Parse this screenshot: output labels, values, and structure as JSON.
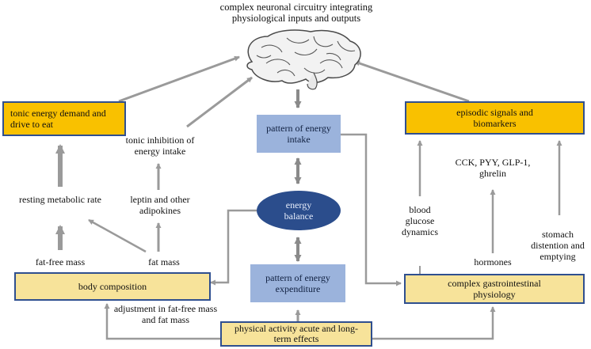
{
  "diagram": {
    "brain_caption": "complex neuronal circuitry integrating physiological inputs and outputs",
    "boxes": {
      "tonic": "tonic energy demand and drive to eat",
      "episodic": "episodic signals and biomarkers",
      "intake": "pattern of energy intake",
      "balance": "energy balance",
      "expenditure": "pattern of energy expenditure",
      "body": "body composition",
      "gi": "complex gastrointestinal physiology",
      "activity": "physical activity acute and long-term effects"
    },
    "labels": {
      "tonic_inhibition": "tonic inhibition of energy intake",
      "leptin": "leptin and other adipokines",
      "rmr": "resting metabolic rate",
      "ffm": "fat-free mass",
      "fm": "fat mass",
      "hormones_list": "CCK, PYY, GLP-1, ghrelin",
      "glucose": "blood glucose dynamics",
      "hormones": "hormones",
      "stomach": "stomach distention and emptying",
      "adjustment": "adjustment in fat-free mass and fat mass"
    }
  }
}
